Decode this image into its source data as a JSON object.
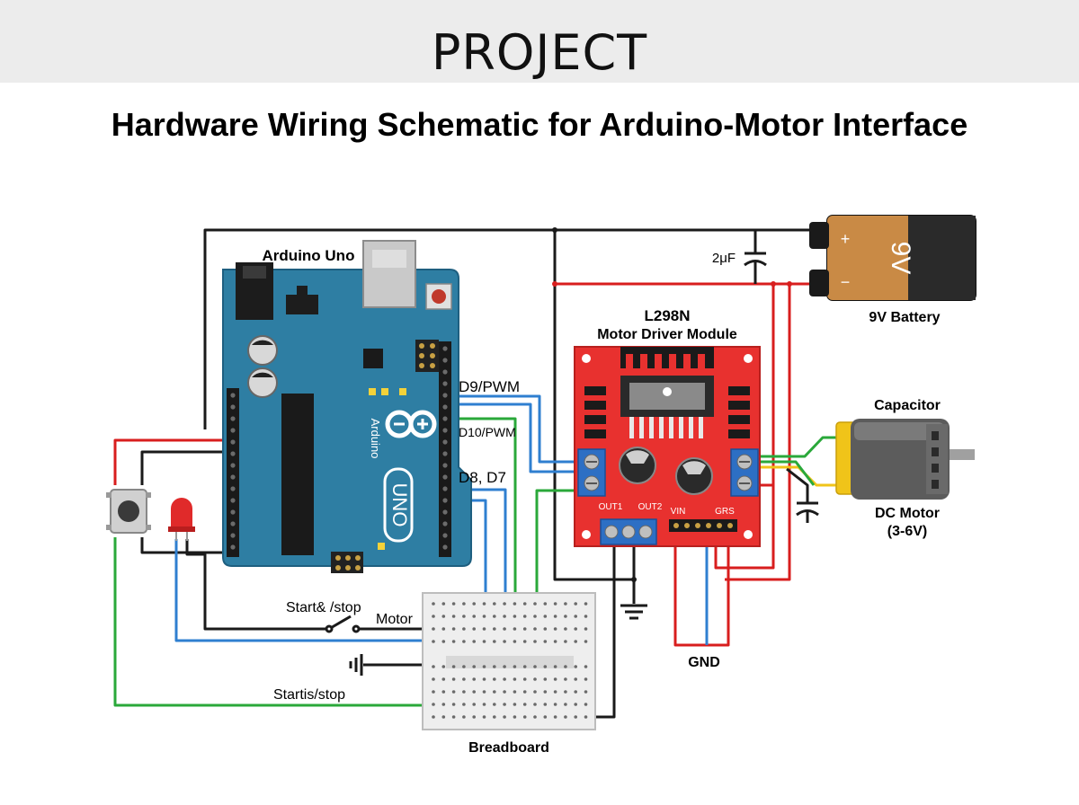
{
  "header": {
    "title": "PROJECT"
  },
  "subtitle": "Hardware Wiring Schematic for Arduino-Motor Interface",
  "components": {
    "arduino": {
      "label": "Arduino Uno",
      "board_text": "Arduino",
      "model_text": "UNO"
    },
    "driver": {
      "title": "L298N",
      "subtitle": "Motor Driver Module",
      "out1": "OUT1",
      "out2": "OUT2",
      "vin": "VIN",
      "gnd_pin": "GRS"
    },
    "battery": {
      "label": "9V Battery",
      "face_text": "9V",
      "plus": "+",
      "minus": "−"
    },
    "capacitor_top": {
      "label": "2μF"
    },
    "motor": {
      "label_line1": "DC Motor",
      "label_line2": "(3-6V)"
    },
    "capacitor_motor": {
      "label": "Capacitor"
    },
    "breadboard": {
      "label": "Breadboard"
    },
    "gnd": {
      "label": "GND"
    }
  },
  "signals": {
    "d9": "D9/PWM",
    "d10": "D10/PWM",
    "d8d7": "D8, D7",
    "start_stop_1": "Start& /stop",
    "motor": "Motor",
    "start_stop_2": "Startis/stop"
  },
  "colors": {
    "arduino_board": "#2e7ea3",
    "driver_board": "#e8312f",
    "wire_red": "#d81e1e",
    "wire_black": "#1a1a1a",
    "wire_blue": "#2f7fd0",
    "wire_green": "#2aa83a",
    "battery_body": "#c98a45",
    "motor_cap": "#f0c419"
  }
}
